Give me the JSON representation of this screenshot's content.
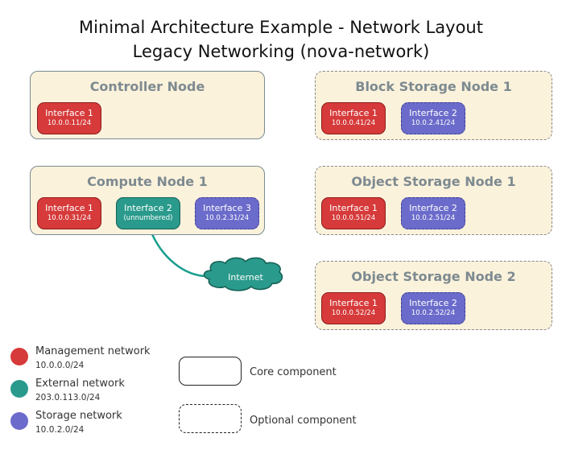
{
  "title": {
    "line1": "Minimal Architecture Example - Network Layout",
    "line2": "Legacy Networking (nova-network)"
  },
  "nodes": {
    "controller": {
      "name": "Controller Node",
      "interfaces": [
        {
          "label": "Interface 1",
          "address": "10.0.0.11/24",
          "network": "management"
        }
      ]
    },
    "compute": {
      "name": "Compute Node 1",
      "interfaces": [
        {
          "label": "Interface 1",
          "address": "10.0.0.31/24",
          "network": "management"
        },
        {
          "label": "Interface 2",
          "address": "(unnumbered)",
          "network": "external"
        },
        {
          "label": "Interface 3",
          "address": "10.0.2.31/24",
          "network": "storage"
        }
      ]
    },
    "block_storage": {
      "name": "Block Storage Node 1",
      "interfaces": [
        {
          "label": "Interface 1",
          "address": "10.0.0.41/24",
          "network": "management"
        },
        {
          "label": "Interface 2",
          "address": "10.0.2.41/24",
          "network": "storage"
        }
      ]
    },
    "object_storage_1": {
      "name": "Object Storage Node 1",
      "interfaces": [
        {
          "label": "Interface 1",
          "address": "10.0.0.51/24",
          "network": "management"
        },
        {
          "label": "Interface 2",
          "address": "10.0.2.51/24",
          "network": "storage"
        }
      ]
    },
    "object_storage_2": {
      "name": "Object Storage Node 2",
      "interfaces": [
        {
          "label": "Interface 1",
          "address": "10.0.0.52/24",
          "network": "management"
        },
        {
          "label": "Interface 2",
          "address": "10.0.2.52/24",
          "network": "storage"
        }
      ]
    }
  },
  "internet": {
    "label": "Internet"
  },
  "legend": {
    "networks": [
      {
        "name": "Management network",
        "subnet": "10.0.0.0/24",
        "color": "#d63a3a"
      },
      {
        "name": "External network",
        "subnet": "203.0.113.0/24",
        "color": "#2a9a8c"
      },
      {
        "name": "Storage network",
        "subnet": "10.0.2.0/24",
        "color": "#6b6bcb"
      }
    ],
    "components": {
      "core": "Core component",
      "optional": "Optional component"
    }
  },
  "colors": {
    "node_fill": "#fbf2dc",
    "link": "#1a9e8f",
    "cloud": "#2a9a8c"
  }
}
